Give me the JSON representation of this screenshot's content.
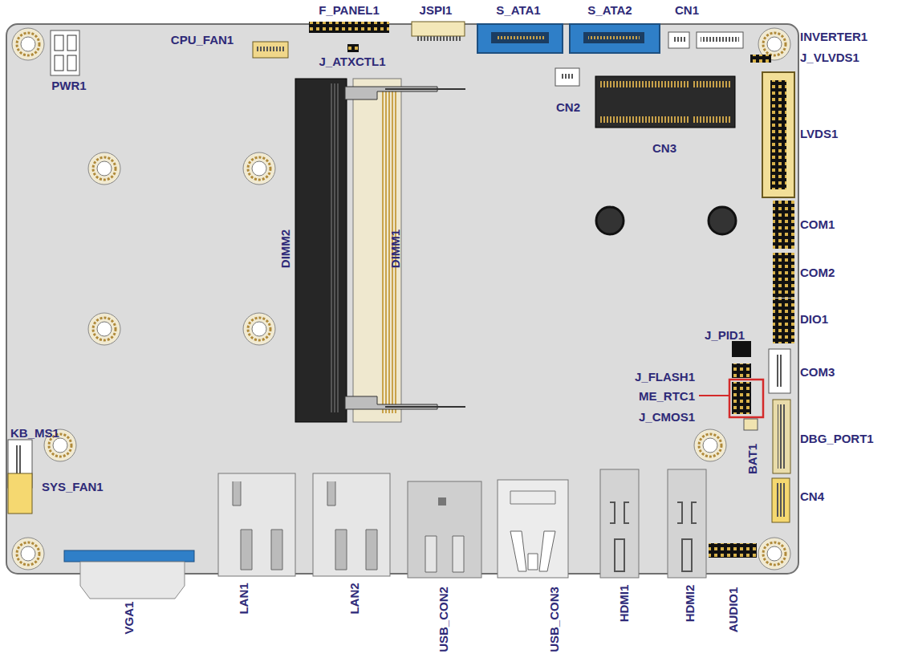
{
  "diagram": {
    "labels": [
      "F_PANEL1",
      "JSPI1",
      "S_ATA1",
      "S_ATA2",
      "CN1",
      "CPU_FAN1",
      "INVERTER1",
      "J_ATXCTL1",
      "J_VLVDS1",
      "PWR1",
      "CN2",
      "LVDS1",
      "CN3",
      "DIMM2",
      "DIMM1",
      "COM1",
      "COM2",
      "DIO1",
      "J_PID1",
      "COM3",
      "J_FLASH1",
      "ME_RTC1",
      "J_CMOS1",
      "KB_MS1",
      "DBG_PORT1",
      "BAT1",
      "SYS_FAN1",
      "CN4",
      "VGA1",
      "LAN1",
      "LAN2",
      "USB_CON2",
      "USB_CON3",
      "HDMI1",
      "HDMI2",
      "AUDIO1"
    ]
  }
}
